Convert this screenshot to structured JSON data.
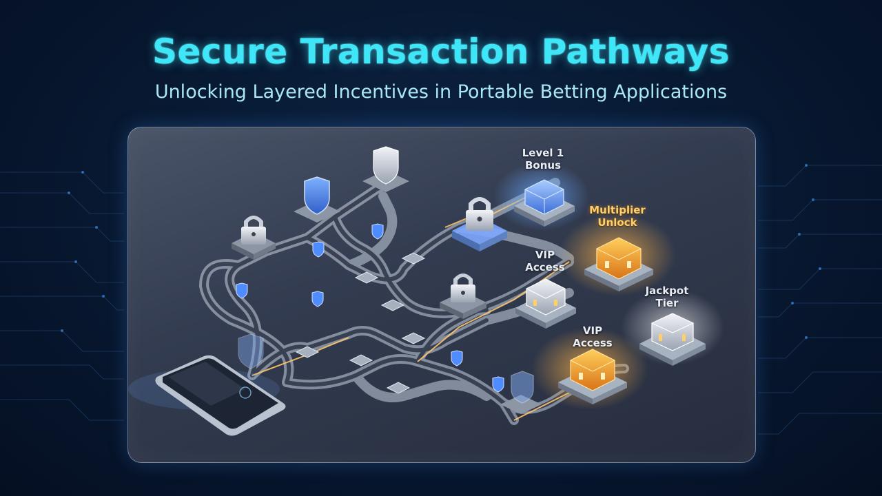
{
  "header": {
    "title": "Secure Transaction Pathways",
    "subtitle": "Unlocking Layered Incentives in Portable Betting Applications"
  },
  "diagram": {
    "rewards": [
      {
        "id": "level1",
        "label": "Level 1\nBonus",
        "tier": "blue"
      },
      {
        "id": "multiplier",
        "label": "Multiplier\nUnlock",
        "tier": "gold"
      },
      {
        "id": "vip1",
        "label": "VIP\nAccess",
        "tier": "silver"
      },
      {
        "id": "jackpot",
        "label": "Jackpot\nTier",
        "tier": "silver"
      },
      {
        "id": "vip2",
        "label": "VIP\nAccess",
        "tier": "gold"
      }
    ],
    "source_device": "smartphone-icon",
    "checkpoint_icons": [
      "padlock-icon",
      "shield-icon"
    ]
  },
  "colors": {
    "title": "#3fe6f7",
    "subtitle": "#a9e7f4",
    "background": "#081a33",
    "track": "#c7d2e0",
    "glow": "#ffb347",
    "blue_accent": "#4f8cff"
  }
}
